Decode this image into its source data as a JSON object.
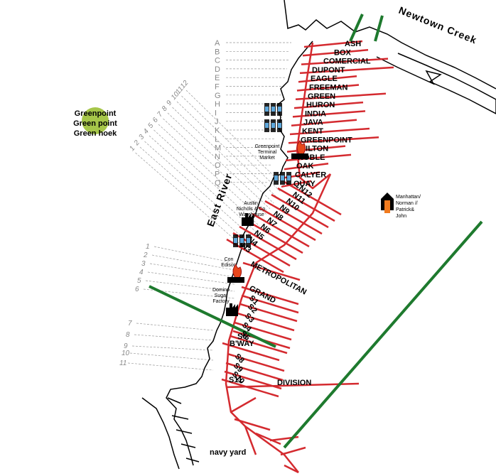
{
  "title": "Newtown Creek",
  "river_label": "East River",
  "neighborhood_labels": [
    "Greenpoint",
    "Green point",
    "Green hoek"
  ],
  "navy_yard": "navy yard",
  "manhattan_note": [
    "Manhattan/",
    "Norman //",
    "Patrick&",
    "John"
  ],
  "landmarks": {
    "greenpoint_terminal": [
      "Greenpoint",
      "Terminal",
      "Market"
    ],
    "austin_nichols": [
      "Austin,",
      "Nichols & Co.",
      "Warehouse"
    ],
    "con_edison": [
      "Con",
      "Edison"
    ],
    "domino": [
      "Domino",
      "Sugar",
      "Factory"
    ]
  },
  "greenpoint_streets": [
    "ASH",
    "BOX",
    "COMERCIAL",
    "DUPONT",
    "EAGLE",
    "FREEMAN",
    "GREEN",
    "HURON",
    "INDIA",
    "JAVA",
    "KENT",
    "GREENPOINT",
    "MILTON",
    "NOBLE",
    "OAK",
    "CALYER",
    "QUAY"
  ],
  "letters": [
    "A",
    "B",
    "C",
    "D",
    "E",
    "F",
    "G",
    "H",
    "I",
    "J",
    "K",
    "L",
    "M",
    "N",
    "O",
    "P",
    "Q"
  ],
  "north_numbers": [
    "12",
    "11",
    "10",
    "9",
    "8",
    "7",
    "6",
    "5",
    "4",
    "3",
    "2",
    "1"
  ],
  "north_streets": [
    "N12",
    "N11",
    "N10",
    "N9",
    "N8",
    "N7",
    "N6",
    "N5",
    "N4",
    "N3"
  ],
  "south_numbers": [
    "1",
    "2",
    "3",
    "4",
    "5",
    "6",
    "7",
    "8",
    "9",
    "10",
    "11"
  ],
  "williamsburg_streets": [
    "METROPOLITAN",
    "GRAND",
    "S1",
    "S2",
    "S3",
    "S4",
    "S5",
    "S6",
    "B'WAY",
    "S8",
    "S9",
    "S10",
    "S11"
  ],
  "division": "DIVISION",
  "colors": {
    "street": "#d42a2f",
    "greenway": "#1e7a2e",
    "shore": "#000000",
    "guide": "#999999",
    "neighborhood_dot": "#a6c64a",
    "fire": "#e8471c",
    "person": "#f07a1e"
  }
}
